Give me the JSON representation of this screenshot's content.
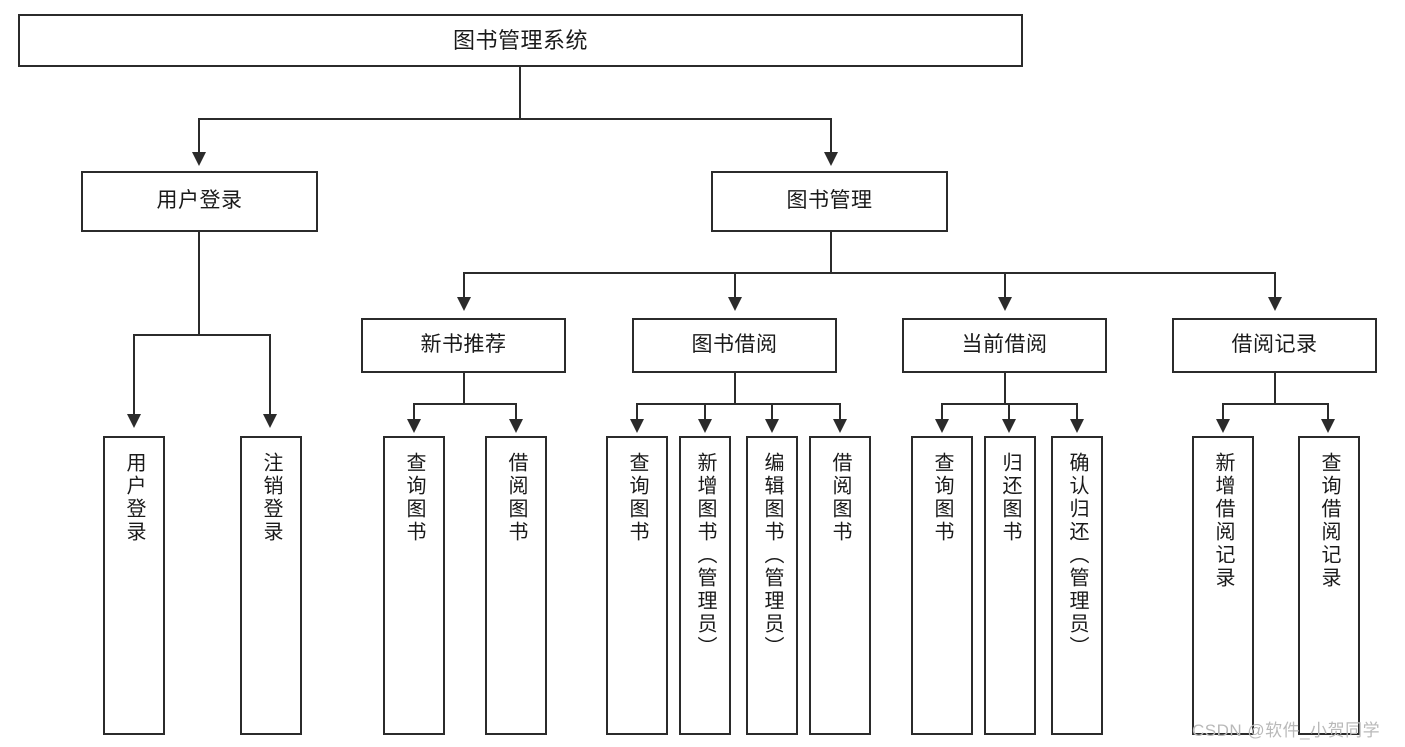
{
  "diagram": {
    "title": "图书管理系统",
    "type": "tree-hierarchy-diagram",
    "theme": {
      "stroke": "#2b2b2b",
      "fill": "#ffffff",
      "text": "#1a1a1a",
      "watermark_color": "#b9b9b9"
    },
    "levels": {
      "root": "图书管理系统",
      "level2": [
        "用户登录",
        "图书管理"
      ],
      "level3": [
        "新书推荐",
        "图书借阅",
        "当前借阅",
        "借阅记录"
      ]
    }
  },
  "nodes": {
    "root": {
      "label": "图书管理系统"
    },
    "user_login": {
      "label": "用户登录"
    },
    "book_manage": {
      "label": "图书管理"
    },
    "new_book_rec": {
      "label": "新书推荐"
    },
    "book_borrow": {
      "label": "图书借阅"
    },
    "current_borrow": {
      "label": "当前借阅"
    },
    "borrow_record": {
      "label": "借阅记录"
    },
    "leaf_user_login": {
      "label": "用户登录"
    },
    "leaf_logout": {
      "label": "注销登录"
    },
    "leaf_query_book_a": {
      "label": "查询图书"
    },
    "leaf_borrow_book_a": {
      "label": "借阅图书"
    },
    "leaf_query_book_b": {
      "label": "查询图书"
    },
    "leaf_add_book_admin": {
      "label": "新增图书（管理员）"
    },
    "leaf_edit_book_admin": {
      "label": "编辑图书（管理员）"
    },
    "leaf_borrow_book_b": {
      "label": "借阅图书"
    },
    "leaf_query_book_c": {
      "label": "查询图书"
    },
    "leaf_return_book": {
      "label": "归还图书"
    },
    "leaf_confirm_return_admin": {
      "label": "确认归还（管理员）"
    },
    "leaf_add_borrow_record": {
      "label": "新增借阅记录"
    },
    "leaf_query_borrow_record": {
      "label": "查询借阅记录"
    }
  },
  "watermark": {
    "text": "CSDN @软件_小贺同学"
  }
}
